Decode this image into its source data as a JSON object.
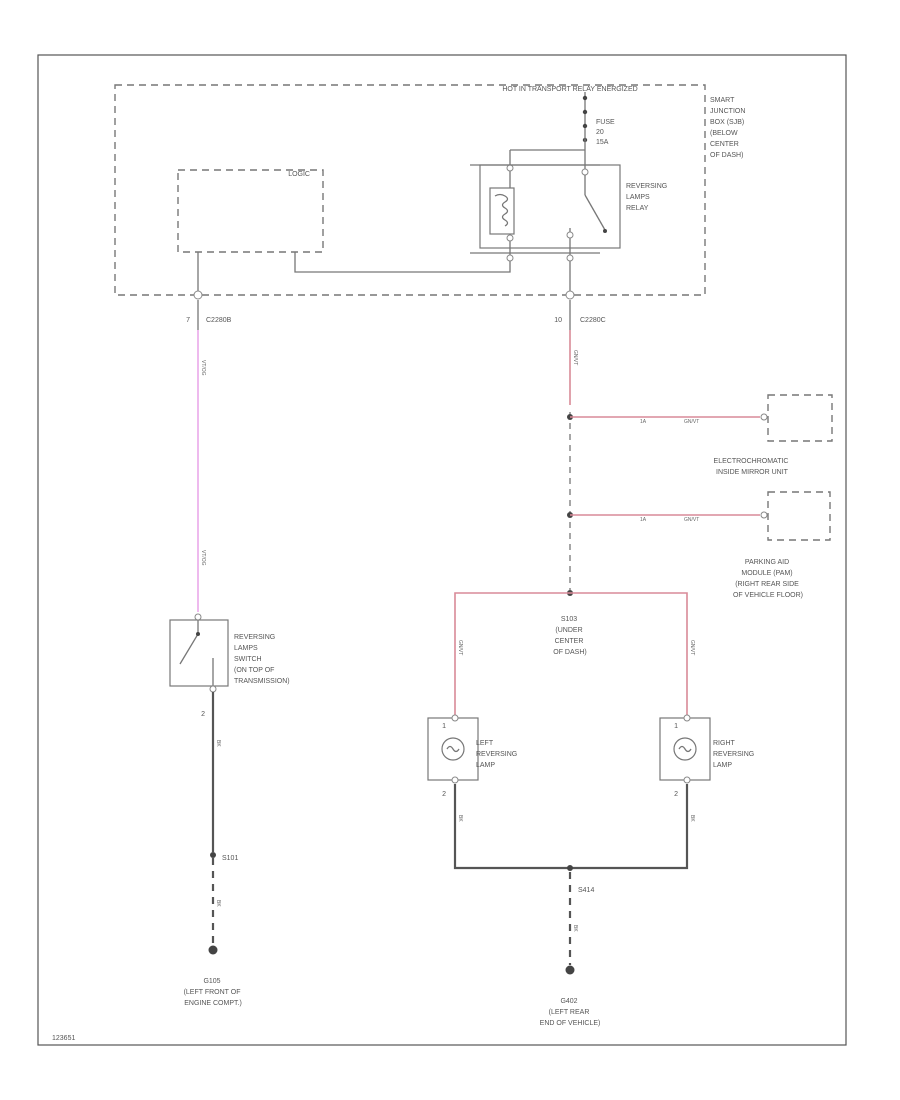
{
  "header": {
    "hot_label": "HOT IN TRANSPORT RELAY ENERGIZED"
  },
  "sjb": {
    "label_lines": [
      "SMART",
      "JUNCTION",
      "BOX (SJB)",
      "(BELOW",
      "CENTER",
      "OF DASH)"
    ]
  },
  "fuse": {
    "label_lines": [
      "FUSE",
      "20",
      "15A"
    ]
  },
  "logic": {
    "label": "LOGIC"
  },
  "relay": {
    "label_lines": [
      "REVERSING",
      "LAMPS",
      "RELAY"
    ]
  },
  "connectors": {
    "left": {
      "pin": "7",
      "name": "C2280B"
    },
    "right": {
      "pin": "10",
      "name": "C2280C"
    }
  },
  "wire_codes": {
    "left_top": "VT/OG",
    "left_bottom": "VT/OG",
    "right_top": "GN/VT",
    "mirror": "GN/VT",
    "pam": "GN/VT",
    "left_lamp_feed": "GN/VT",
    "right_lamp_feed": "GN/VT",
    "switch_ground": "BK",
    "g105_wire": "BK",
    "left_lamp_ground": "BK",
    "right_lamp_ground": "BK",
    "g402_wire": "BK"
  },
  "wire_pins": {
    "mirror": "1A",
    "pam": "1A"
  },
  "mirror": {
    "label_lines": [
      "ELECTROCHROMATIC",
      "INSIDE MIRROR UNIT"
    ]
  },
  "pam": {
    "label_lines": [
      "PARKING AID",
      "MODULE (PAM)",
      "(RIGHT REAR SIDE",
      "OF VEHICLE FLOOR)"
    ]
  },
  "splice": {
    "label_lines": [
      "S103",
      "(UNDER",
      "CENTER",
      "OF DASH)"
    ]
  },
  "switch": {
    "pin": "2",
    "label_lines": [
      "REVERSING",
      "LAMPS",
      "SWITCH",
      "(ON TOP OF",
      "TRANSMISSION)"
    ]
  },
  "left_lamp": {
    "pin_top": "1",
    "pin_bottom": "2",
    "label_lines": [
      "LEFT",
      "REVERSING",
      "LAMP"
    ]
  },
  "right_lamp": {
    "pin_top": "1",
    "pin_bottom": "2",
    "label_lines": [
      "RIGHT",
      "REVERSING",
      "LAMP"
    ]
  },
  "ground_splices": {
    "left": "S101",
    "right": "S414"
  },
  "ground_left": {
    "label_lines": [
      "G105",
      "(LEFT FRONT OF",
      "ENGINE COMPT.)"
    ]
  },
  "ground_right": {
    "label_lines": [
      "G402",
      "(LEFT REAR",
      "END OF VEHICLE)"
    ]
  },
  "footer": {
    "code": "123651"
  }
}
